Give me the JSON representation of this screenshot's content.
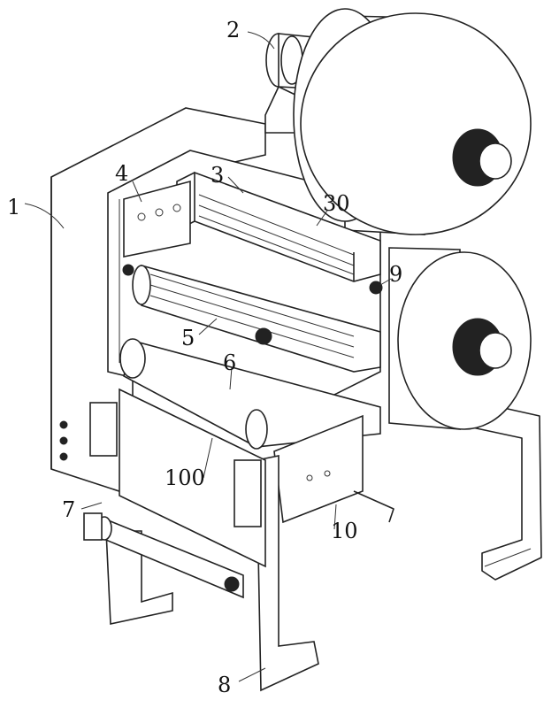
{
  "figure": {
    "labels": {
      "l1": "1",
      "l2": "2",
      "l3": "3",
      "l4": "4",
      "l5": "5",
      "l6": "6",
      "l7": "7",
      "l8": "8",
      "l9": "9",
      "l10": "10",
      "l30": "30",
      "l100": "100"
    }
  }
}
